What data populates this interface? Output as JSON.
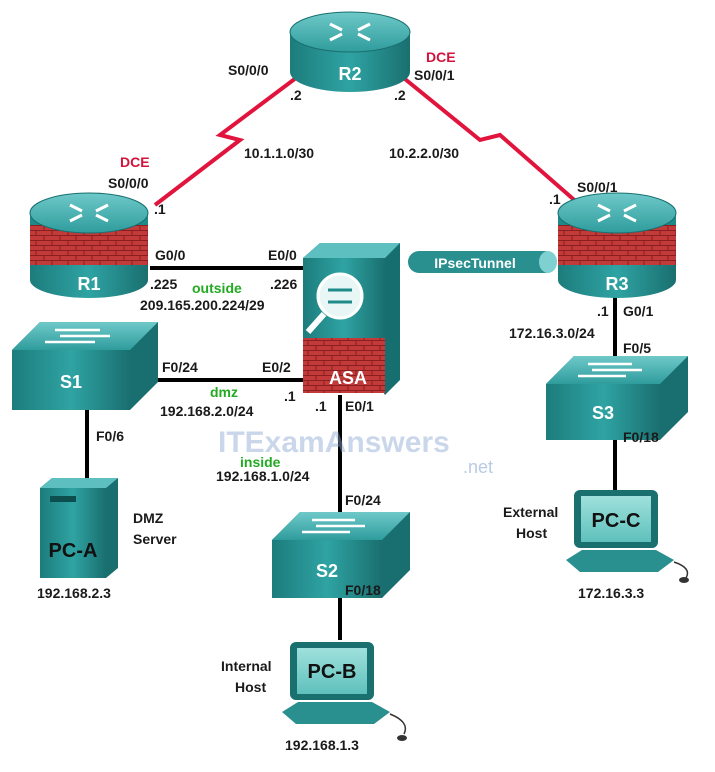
{
  "devices": {
    "r1": {
      "name": "R1"
    },
    "r2": {
      "name": "R2"
    },
    "r3": {
      "name": "R3"
    },
    "asa": {
      "name": "ASA"
    },
    "s1": {
      "name": "S1"
    },
    "s2": {
      "name": "S2"
    },
    "s3": {
      "name": "S3"
    },
    "pca": {
      "name": "PC-A",
      "role": [
        "DMZ",
        "Server"
      ],
      "ip": "192.168.2.3"
    },
    "pcb": {
      "name": "PC-B",
      "role": [
        "Internal",
        "Host"
      ],
      "ip": "192.168.1.3"
    },
    "pcc": {
      "name": "PC-C",
      "role": [
        "External",
        "Host"
      ],
      "ip": "172.16.3.3"
    }
  },
  "links": {
    "r1_r2": {
      "r1_if": "S0/0/0",
      "r1_dce": "DCE",
      "r1_host": ".1",
      "r2_if": "S0/0/0",
      "r2_host": ".2",
      "network": "10.1.1.0/30"
    },
    "r2_r3": {
      "r2_if": "S0/0/1",
      "r2_dce": "DCE",
      "r2_host": ".2",
      "r3_if": "S0/0/1",
      "r3_host": ".1",
      "network": "10.2.2.0/30"
    },
    "r1_asa": {
      "r1_if": "G0/0",
      "r1_host": ".225",
      "asa_if": "E0/0",
      "asa_host": ".226",
      "zone": "outside",
      "network": "209.165.200.224/29"
    },
    "s1_asa": {
      "s1_if": "F0/24",
      "asa_if": "E0/2",
      "asa_host": ".1",
      "zone": "dmz",
      "network": "192.168.2.0/24"
    },
    "asa_s2": {
      "asa_if": "E0/1",
      "asa_host": ".1",
      "zone": "inside",
      "network": "192.168.1.0/24",
      "s2_if": "F0/24"
    },
    "s1_pca": {
      "s1_if": "F0/6"
    },
    "s2_pcb": {
      "s2_if": "F0/18"
    },
    "r3_s3": {
      "r3_if": "G0/1",
      "r3_host": ".1",
      "network": "172.16.3.0/24",
      "s3_if": "F0/5"
    },
    "s3_pcc": {
      "s3_if": "F0/18"
    }
  },
  "tunnel": {
    "label": "IPsecTunnel"
  },
  "watermark": {
    "main": "ITExamAnswers",
    "sub": ".net"
  },
  "colors": {
    "device": "#1f8a8a",
    "dce": "#d2143c",
    "serial": "#e0143c",
    "zone": "#22aa22"
  }
}
